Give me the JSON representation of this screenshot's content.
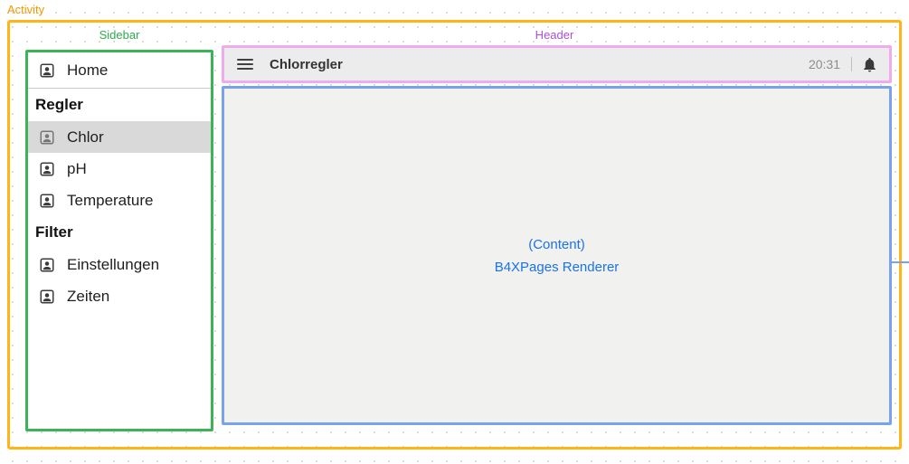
{
  "annotations": {
    "activity": "Activity",
    "sidebar": "Sidebar",
    "header": "Header"
  },
  "header": {
    "title": "Chlorregler",
    "time": "20:31",
    "menu_icon": "hamburger-icon",
    "notification_icon": "bell-icon"
  },
  "sidebar": {
    "items": [
      {
        "type": "item",
        "label": "Home",
        "selected": false,
        "icon": "person-icon"
      },
      {
        "type": "section",
        "label": "Regler"
      },
      {
        "type": "item",
        "label": "Chlor",
        "selected": true,
        "icon": "person-icon"
      },
      {
        "type": "item",
        "label": "pH",
        "selected": false,
        "icon": "person-icon"
      },
      {
        "type": "item",
        "label": "Temperature",
        "selected": false,
        "icon": "person-icon"
      },
      {
        "type": "section",
        "label": "Filter"
      },
      {
        "type": "item",
        "label": "Einstellungen",
        "selected": false,
        "icon": "person-icon"
      },
      {
        "type": "item",
        "label": "Zeiten",
        "selected": false,
        "icon": "person-icon"
      }
    ]
  },
  "content": {
    "line1": "(Content)",
    "line2": "B4XPages Renderer"
  },
  "colors": {
    "activity_border": "#FFB515",
    "activity_label": "#F29900",
    "sidebar_border": "#3BB457",
    "sidebar_label": "#2EAB4E",
    "header_border": "#F0ABEF",
    "header_label": "#AA4FD6",
    "content_border": "#78A2EC",
    "content_text": "#1A73E8",
    "selected_row_bg": "#D9D9D9",
    "toolbar_bg": "#ECECEC"
  }
}
